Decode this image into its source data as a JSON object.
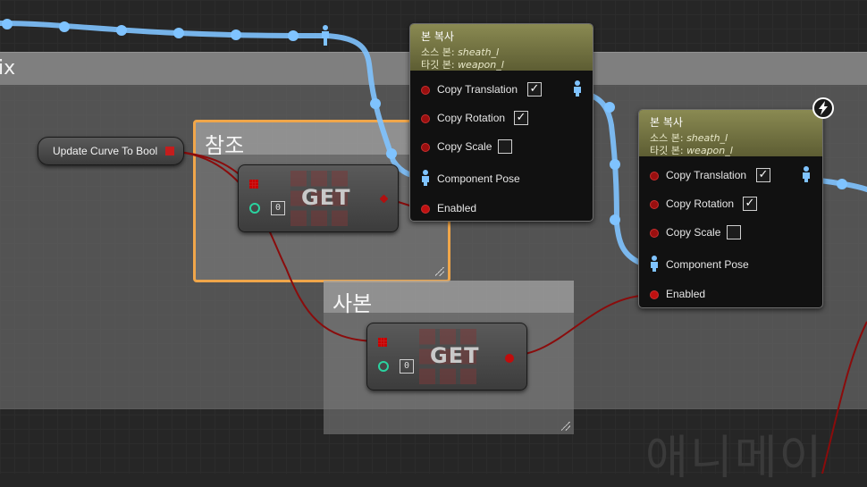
{
  "band": {
    "title": "ix"
  },
  "comments": {
    "reference": {
      "title": "참조"
    },
    "copy": {
      "title": "사본"
    }
  },
  "variable_node": {
    "label": "Update Curve To Bool"
  },
  "copy_bone_nodes": [
    {
      "title": "본 복사",
      "source_label": "소스 본:",
      "source_value": "sheath_l",
      "target_label": "타깃 본:",
      "target_value": "weapon_l",
      "rows": {
        "copy_translation": "Copy Translation",
        "copy_rotation": "Copy Rotation",
        "copy_scale": "Copy Scale",
        "component_pose": "Component Pose",
        "enabled": "Enabled"
      },
      "checks": {
        "copy_translation": true,
        "copy_rotation": true,
        "copy_scale": false
      }
    },
    {
      "title": "본 복사",
      "source_label": "소스 본:",
      "source_value": "sheath_l",
      "target_label": "타깃 본:",
      "target_value": "weapon_l",
      "rows": {
        "copy_translation": "Copy Translation",
        "copy_rotation": "Copy Rotation",
        "copy_scale": "Copy Scale",
        "component_pose": "Component Pose",
        "enabled": "Enabled"
      },
      "checks": {
        "copy_translation": true,
        "copy_rotation": true,
        "copy_scale": false
      }
    }
  ],
  "get_nodes": [
    {
      "label": "GET",
      "index": "0"
    },
    {
      "label": "GET",
      "index": "0"
    }
  ],
  "watermark": "애니메이",
  "colors": {
    "pose_wire": "#7fc3ff",
    "exec_wire": "#8a0c0c",
    "comment_highlight": "#f0a64a",
    "node_header": "#7d7d48"
  },
  "icons": {
    "pose": "person-icon",
    "lightning": "lightning-icon"
  }
}
